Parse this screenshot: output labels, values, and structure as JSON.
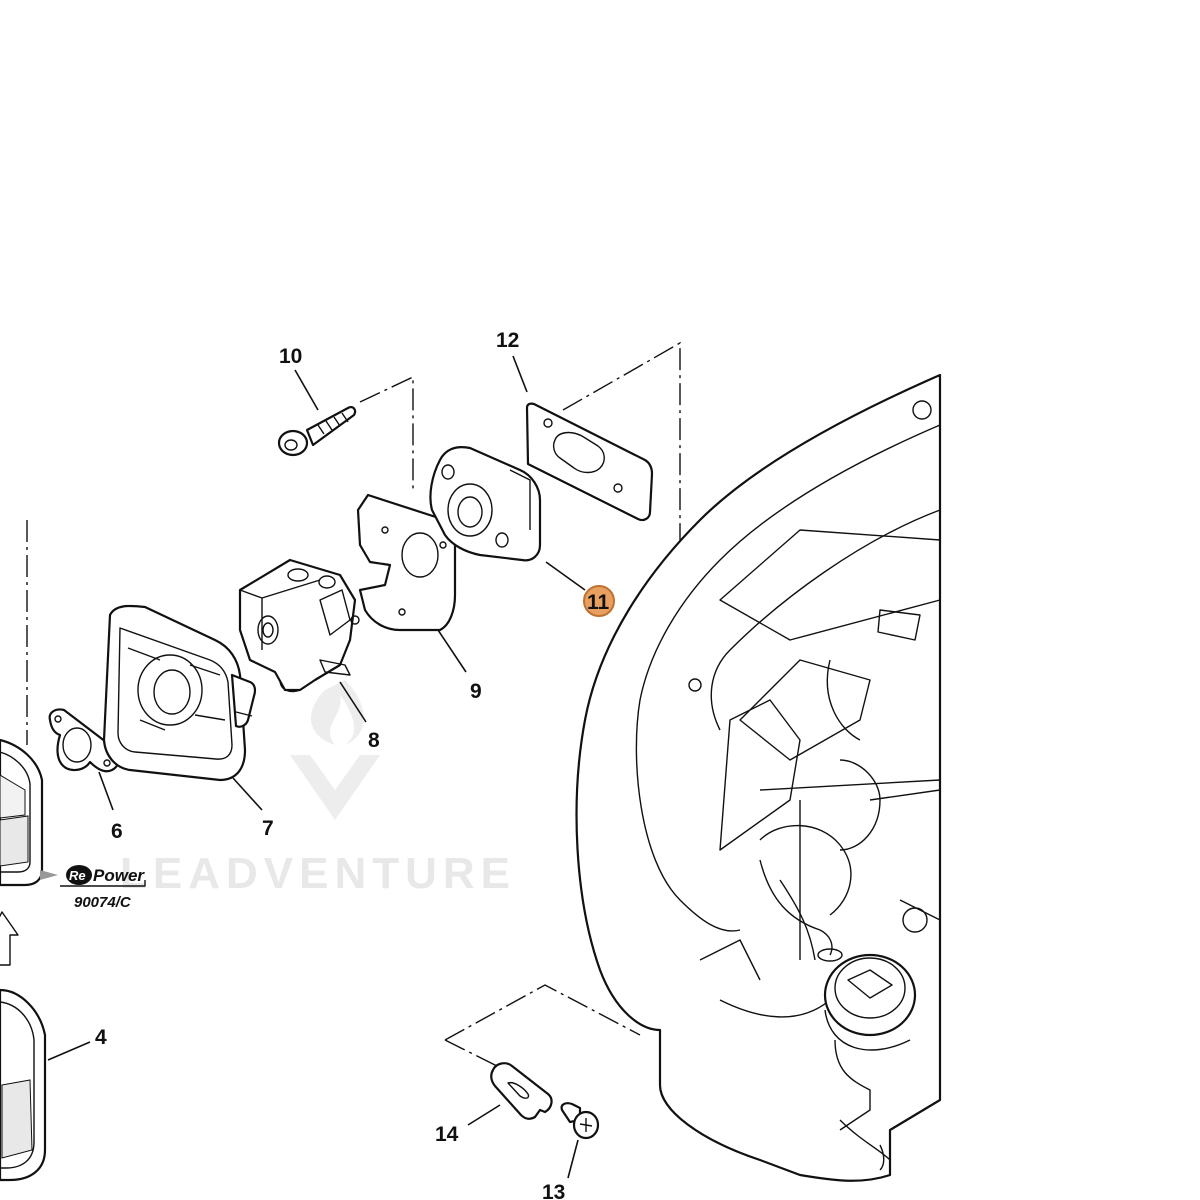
{
  "callouts": {
    "c10": "10",
    "c12": "12",
    "c11": "11",
    "c9": "9",
    "c8": "8",
    "c7": "7",
    "c6": "6",
    "c4": "4",
    "c14": "14",
    "c13": "13"
  },
  "highlight_color": "#e8a060",
  "repower": {
    "brand_re": "Re",
    "brand_power": "Power",
    "code": "90074/C"
  },
  "watermark": "LEADVENTURE"
}
